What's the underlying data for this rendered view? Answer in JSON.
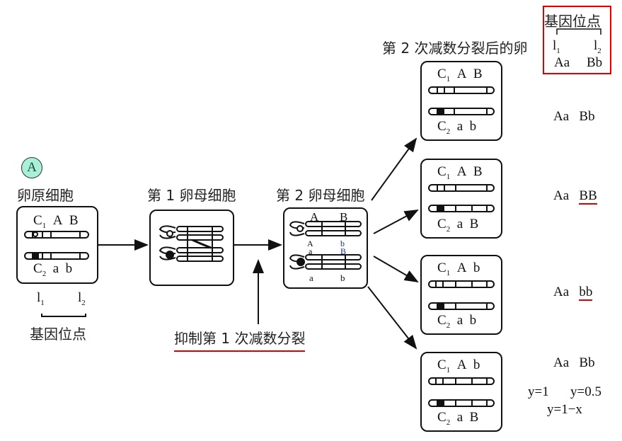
{
  "badge": {
    "letter": "A",
    "color": "#a8f0d8"
  },
  "stages": {
    "oogonium": "卵原细胞",
    "primary_oocyte": "第 1 卵母细胞",
    "secondary_oocyte": "第 2 卵母细胞",
    "eggs_title": "第 2 次减数分裂后的卵"
  },
  "oogonium_cell": {
    "top": {
      "c": "C",
      "c_sub": "1",
      "g1": "A",
      "g2": "B"
    },
    "bottom": {
      "c": "C",
      "c_sub": "2",
      "g1": "a",
      "g2": "b"
    }
  },
  "loci": {
    "l1": "l",
    "l1_sub": "1",
    "l2": "l",
    "l2_sub": "2",
    "label": "基因位点"
  },
  "secondary_cell_labels": {
    "top_A": "A",
    "top_B": "B",
    "mid_A": "A",
    "mid_b": "b",
    "mid_a": "a",
    "mid_B": "B",
    "bot_a": "a",
    "bot_b": "b"
  },
  "inhibit_label": "抑制第 1 次减数分裂",
  "eggs": [
    {
      "top": {
        "c": "C",
        "c_sub": "1",
        "g1": "A",
        "g2": "B"
      },
      "bottom": {
        "c": "C",
        "c_sub": "2",
        "g1": "a",
        "g2": "b"
      },
      "genotype": {
        "l1": "Aa",
        "l2": "Bb",
        "highlight": false
      }
    },
    {
      "top": {
        "c": "C",
        "c_sub": "1",
        "g1": "A",
        "g2": "B"
      },
      "bottom": {
        "c": "C",
        "c_sub": "2",
        "g1": "a",
        "g2": "B"
      },
      "genotype": {
        "l1": "Aa",
        "l2": "BB",
        "highlight": true
      }
    },
    {
      "top": {
        "c": "C",
        "c_sub": "1",
        "g1": "A",
        "g2": "b"
      },
      "bottom": {
        "c": "C",
        "c_sub": "2",
        "g1": "a",
        "g2": "b"
      },
      "genotype": {
        "l1": "Aa",
        "l2": "bb",
        "highlight": true
      }
    },
    {
      "top": {
        "c": "C",
        "c_sub": "1",
        "g1": "A",
        "g2": "b"
      },
      "bottom": {
        "c": "C",
        "c_sub": "2",
        "g1": "a",
        "g2": "B"
      },
      "genotype": {
        "l1": "Aa",
        "l2": "Bb",
        "highlight": false
      }
    }
  ],
  "legend_box": {
    "title": "基因位点",
    "l1": "l",
    "l1_sub": "1",
    "l2": "l",
    "l2_sub": "2",
    "g1": "Aa",
    "g2": "Bb",
    "border_color": "#e00000"
  },
  "formulas": {
    "y1": "y=1",
    "y2": "y=0.5",
    "y3": "y=1−x"
  },
  "colors": {
    "highlight_underline": "#e00000"
  }
}
